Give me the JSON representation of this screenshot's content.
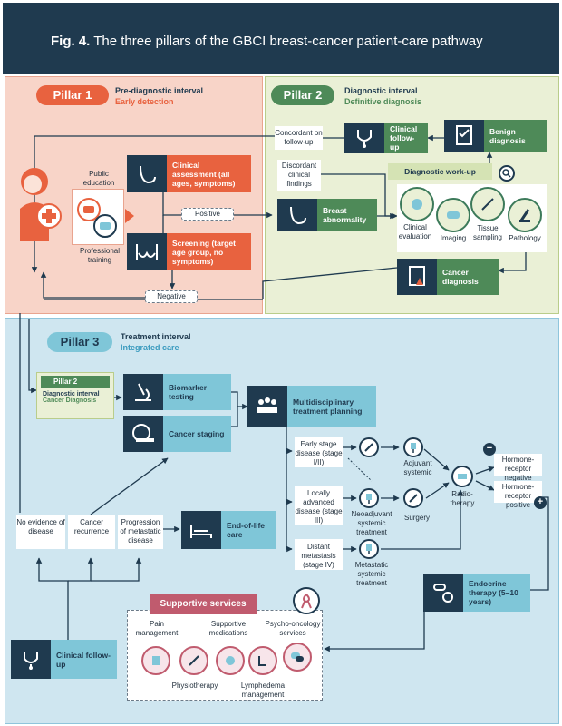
{
  "header": {
    "fig": "Fig. 4.",
    "title": "The three pillars of the GBCI breast-cancer patient-care pathway"
  },
  "colors": {
    "navy": "#1f3a4f",
    "pillar1_bg": "#f8d4c8",
    "pillar2_bg": "#eaf0d6",
    "pillar3_bg": "#cfe6f0",
    "orange": "#e8623f",
    "green": "#4e8a58",
    "teal": "#7fc6d8",
    "pink": "#c05b6e"
  },
  "pillar1": {
    "badge": "Pillar 1",
    "title": "Pre-diagnostic interval",
    "subtitle": "Early detection",
    "public_education": "Public education",
    "professional_training": "Professional training",
    "clinical_assessment": "Clinical assessment (all ages, symptoms)",
    "screening": "Screening (target age group, no symptoms)",
    "positive": "Positive",
    "negative": "Negative"
  },
  "pillar2": {
    "badge": "Pillar 2",
    "title": "Diagnostic interval",
    "subtitle": "Definitive diagnosis",
    "concordant": "Concordant on follow-up",
    "clinical_followup": "Clinical follow-up",
    "benign": "Benign diagnosis",
    "discordant": "Discordant clinical findings",
    "workup": "Diagnostic work-up",
    "breast_abnormality": "Breast abnormality",
    "clinical_evaluation": "Clinical evaluation",
    "imaging": "Imaging",
    "tissue_sampling": "Tissue sampling",
    "pathology": "Pathology",
    "cancer_diagnosis": "Cancer diagnosis"
  },
  "pillar3": {
    "badge": "Pillar 3",
    "title": "Treatment interval",
    "subtitle": "Integrated care",
    "mini_badge": "Pillar 2",
    "mini_title": "Diagnostic interval",
    "mini_sub": "Cancer Diagnosis",
    "biomarker": "Biomarker testing",
    "staging": "Cancer staging",
    "mdt": "Multidisciplinary treatment planning",
    "early": "Early stage disease (stage I/II)",
    "locally": "Locally advanced disease (stage III)",
    "distant": "Distant metastasis (stage IV)",
    "adjuvant": "Adjuvant systemic",
    "neoadjuvant": "Neoadjuvant systemic treatment",
    "metastatic": "Metastatic systemic treatment",
    "surgery": "Surgery",
    "radiotherapy": "Radio-therapy",
    "hr_negative": "Hormone-receptor negative",
    "hr_positive": "Hormone-receptor positive",
    "minus": "−",
    "plus": "+",
    "endocrine": "Endocrine therapy (5–10 years)",
    "no_evidence": "No evidence of disease",
    "recurrence": "Cancer recurrence",
    "progression": "Progression of metastatic disease",
    "end_of_life": "End-of-life care",
    "supportive": "Supportive services",
    "pain": "Pain management",
    "supportive_meds": "Supportive medications",
    "psycho": "Psycho-oncology services",
    "physio": "Physiotherapy",
    "lymph": "Lymphedema management",
    "clinical_followup": "Clinical follow-up"
  }
}
